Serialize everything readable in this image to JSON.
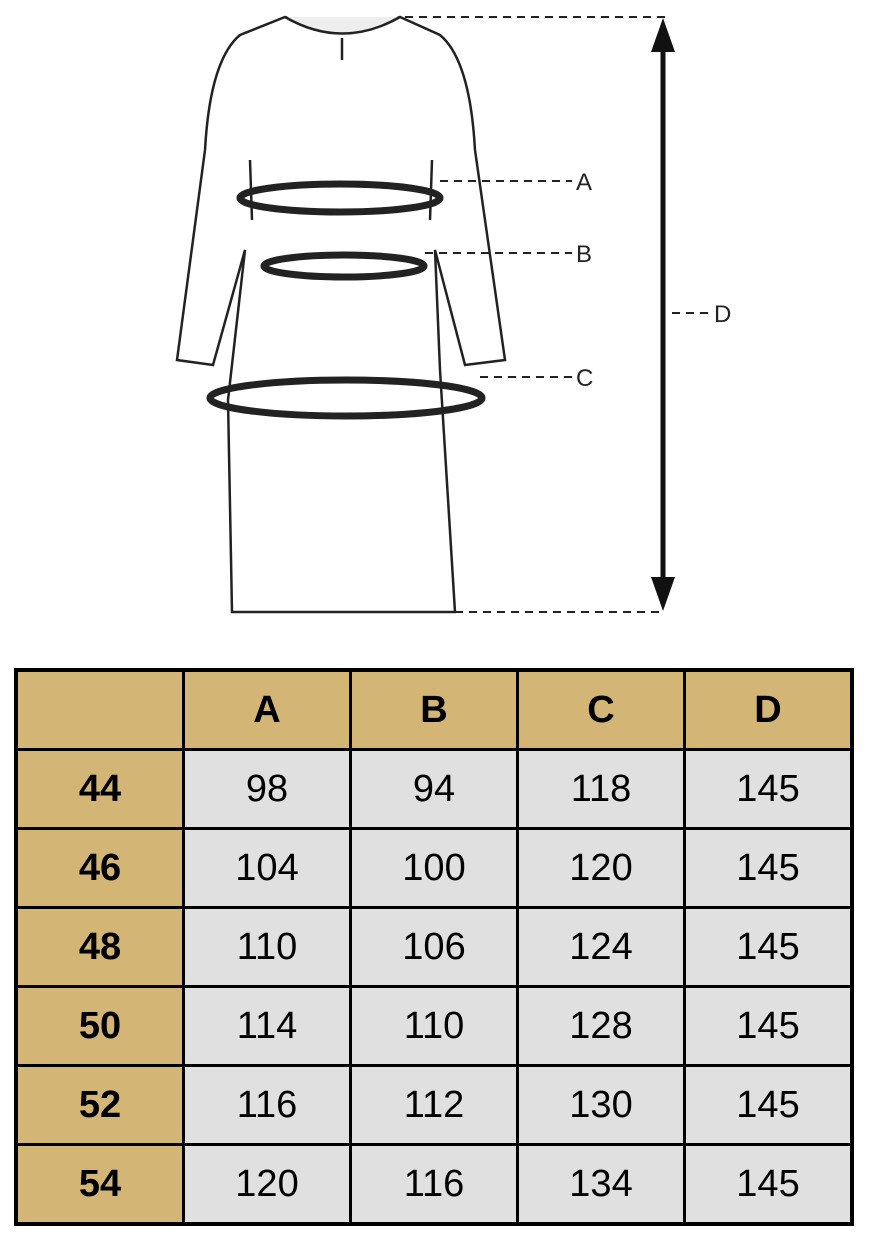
{
  "diagram": {
    "labels": [
      "A",
      "B",
      "C",
      "D"
    ]
  },
  "table": {
    "header": [
      "",
      "A",
      "B",
      "C",
      "D"
    ],
    "rows": [
      {
        "size": "44",
        "values": [
          "98",
          "94",
          "118",
          "145"
        ]
      },
      {
        "size": "46",
        "values": [
          "104",
          "100",
          "120",
          "145"
        ]
      },
      {
        "size": "48",
        "values": [
          "110",
          "106",
          "124",
          "145"
        ]
      },
      {
        "size": "50",
        "values": [
          "114",
          "110",
          "128",
          "145"
        ]
      },
      {
        "size": "52",
        "values": [
          "116",
          "112",
          "130",
          "145"
        ]
      },
      {
        "size": "54",
        "values": [
          "120",
          "116",
          "134",
          "145"
        ]
      }
    ]
  },
  "colors": {
    "header": "#D3B576",
    "cell": "#E0E0E0"
  }
}
